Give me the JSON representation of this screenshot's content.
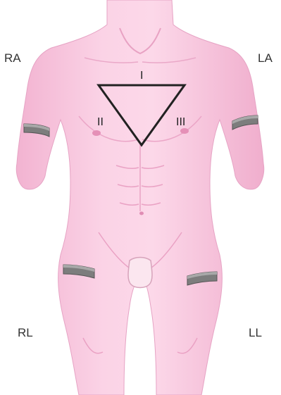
{
  "limb_labels": {
    "ra": "RA",
    "la": "LA",
    "rl": "RL",
    "ll": "LL"
  },
  "lead_labels": {
    "lead_1": "I",
    "lead_2": "II",
    "lead_3": "III"
  },
  "colors": {
    "skin": "#f7c4dc",
    "skin_shadow": "#e99ac0",
    "skin_highlight": "#fde3ef",
    "band": "#8a8a8a",
    "band_dark": "#5e5e5e",
    "triangle": "#222222",
    "text": "#333333"
  }
}
